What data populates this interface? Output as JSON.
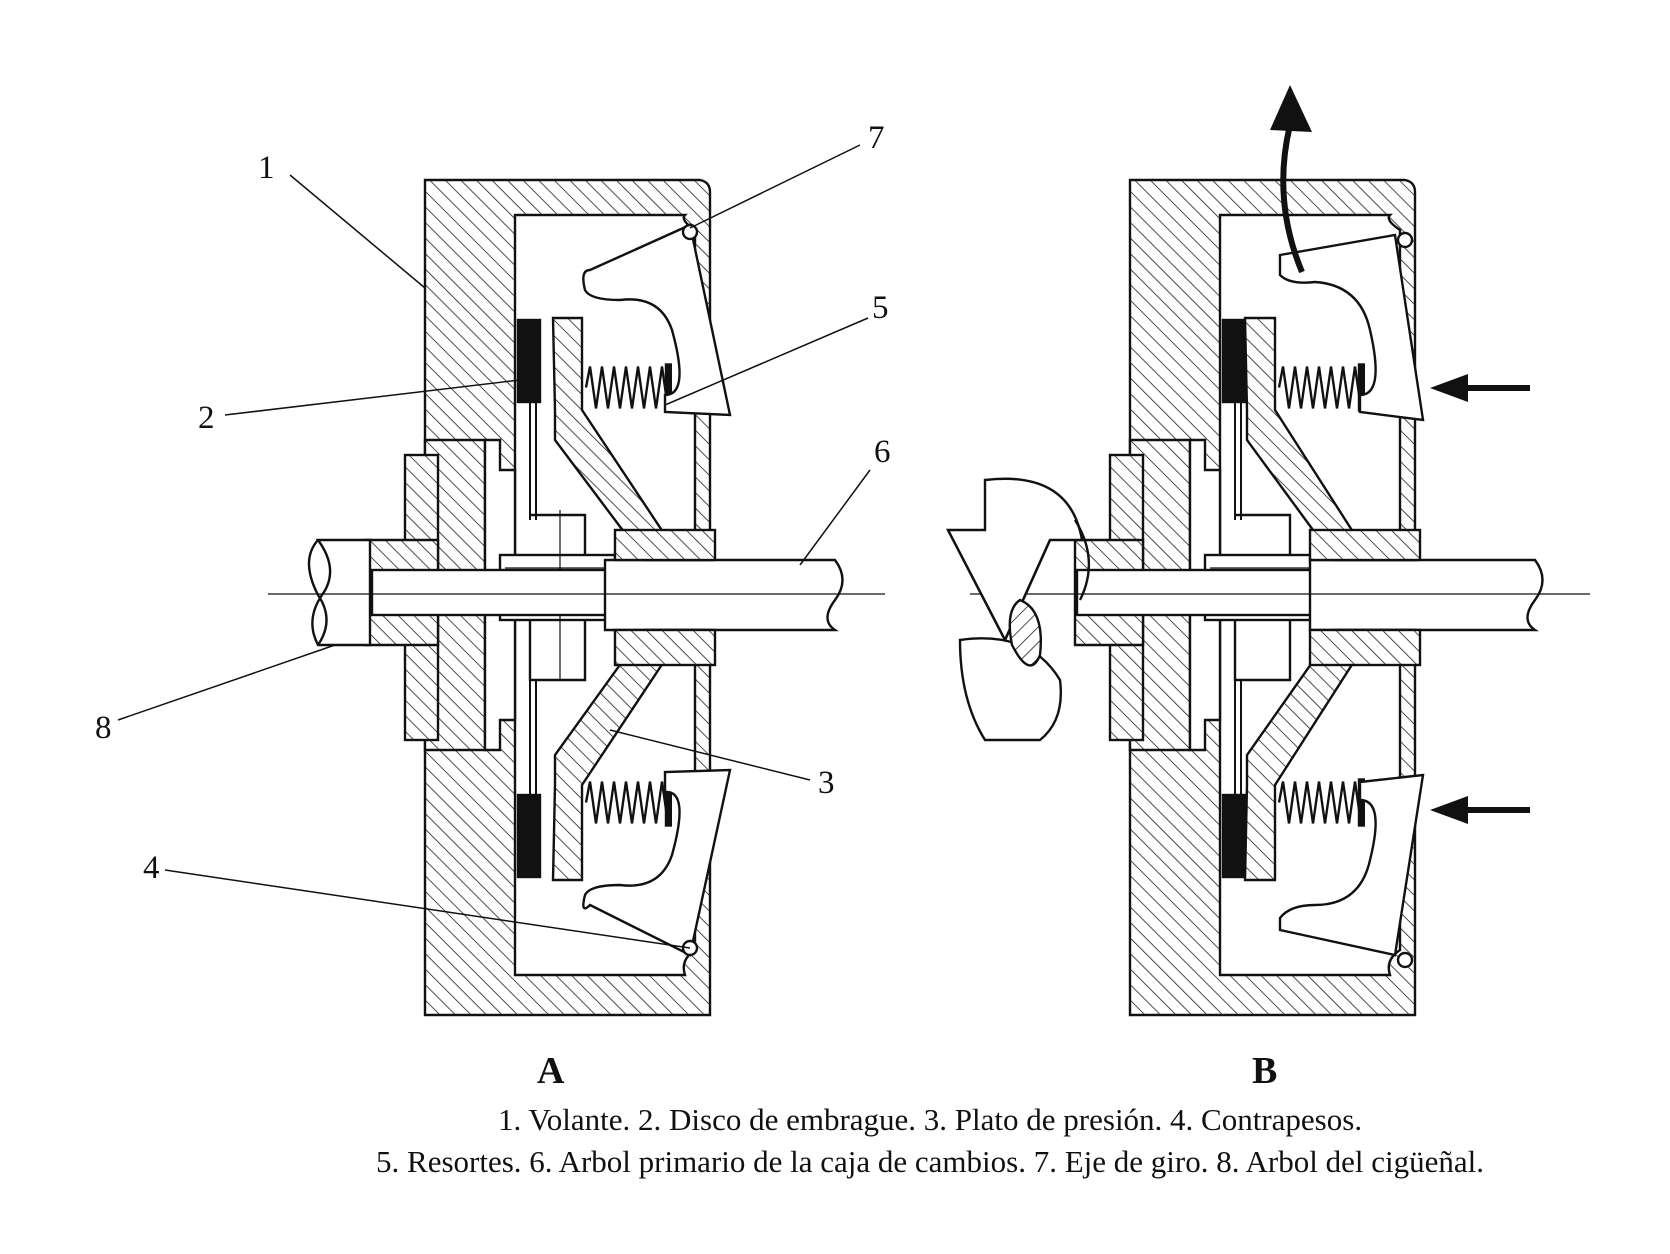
{
  "callouts": [
    "1",
    "2",
    "3",
    "4",
    "5",
    "6",
    "7",
    "8"
  ],
  "panels": {
    "a": "A",
    "b": "B"
  },
  "caption": {
    "line1": "1. Volante. 2. Disco de embrague. 3. Plato de presión. 4. Contrapesos.",
    "line2": "5. Resortes. 6. Arbol primario de la caja de cambios. 7. Eje de giro. 8. Arbol del cigüeñal."
  },
  "colors": {
    "ink": "#111111",
    "paper": "#ffffff"
  }
}
